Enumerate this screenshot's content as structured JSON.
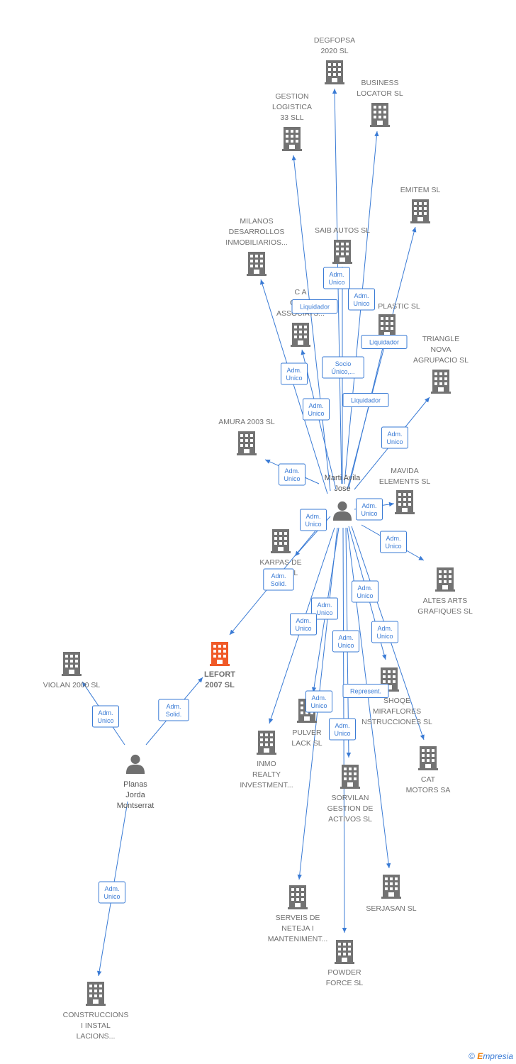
{
  "colors": {
    "edge": "#3a7bd5",
    "building": "#737373",
    "building_focus": "#f05a28",
    "person": "#6f6f6f"
  },
  "footer": {
    "copyright_symbol": "©",
    "brand_first": "E",
    "brand_rest": "mpresia"
  },
  "people": [
    {
      "id": "marti",
      "lines": [
        "Marti Avila",
        "Jose"
      ]
    },
    {
      "id": "planas",
      "lines": [
        "Planas",
        "Jorda",
        "Montserrat"
      ]
    }
  ],
  "companies": [
    {
      "id": "degfopsa",
      "lines": [
        "DEGFOPSA",
        "2020 SL"
      ]
    },
    {
      "id": "business",
      "lines": [
        "BUSINESS",
        "LOCATOR SL"
      ]
    },
    {
      "id": "gestion",
      "lines": [
        "GESTION",
        "LOGISTICA",
        "33 SLL"
      ]
    },
    {
      "id": "emitem",
      "lines": [
        "EMITEM SL"
      ]
    },
    {
      "id": "milanos",
      "lines": [
        "MILANOS",
        "DESARROLLOS",
        "INMOBILIARIOS..."
      ]
    },
    {
      "id": "saib",
      "lines": [
        "SAIB AUTOS SL"
      ]
    },
    {
      "id": "ca",
      "lines": [
        "C A",
        "CONS",
        "ASSOCIATS..."
      ]
    },
    {
      "id": "plastic",
      "lines": [
        "PLASTIC SL"
      ]
    },
    {
      "id": "triangle",
      "lines": [
        "TRIANGLE",
        "NOVA",
        "AGRUPACIO SL"
      ]
    },
    {
      "id": "amura",
      "lines": [
        "AMURA 2003 SL"
      ]
    },
    {
      "id": "mavida",
      "lines": [
        "MAVIDA",
        "ELEMENTS SL"
      ]
    },
    {
      "id": "karpas",
      "lines": [
        "KARPAS DE",
        "LA M      A SL"
      ]
    },
    {
      "id": "altes",
      "lines": [
        "ALTES ARTS",
        "GRAFIQUES SL"
      ]
    },
    {
      "id": "lefort",
      "lines": [
        "LEFORT",
        "2007 SL"
      ],
      "focus": true
    },
    {
      "id": "violan",
      "lines": [
        "VIOLAN 2000 SL"
      ]
    },
    {
      "id": "shoqe",
      "lines": [
        "SHOQE",
        "MIRAFLORES",
        "NSTRUCCIONES SL"
      ]
    },
    {
      "id": "pulver",
      "lines": [
        "PULVER",
        "LACK SL"
      ]
    },
    {
      "id": "inmo",
      "lines": [
        "INMO",
        "REALTY",
        "INVESTMENT..."
      ]
    },
    {
      "id": "cat",
      "lines": [
        "CAT",
        "MOTORS SA"
      ]
    },
    {
      "id": "sorvilan",
      "lines": [
        "SORVILAN",
        "GESTION DE",
        "ACTIVOS  SL"
      ]
    },
    {
      "id": "serjasan",
      "lines": [
        "SERJASAN  SL"
      ]
    },
    {
      "id": "serveis",
      "lines": [
        "SERVEIS DE",
        "NETEJA I",
        "MANTENIMENT..."
      ]
    },
    {
      "id": "powder",
      "lines": [
        "POWDER",
        "FORCE SL"
      ]
    },
    {
      "id": "construccions",
      "lines": [
        "CONSTRUCCIONS",
        "I INSTAL",
        "LACIONS..."
      ]
    }
  ],
  "edges": [
    {
      "id": "e-degfopsa",
      "label": [
        "Socio",
        "Único,..."
      ]
    },
    {
      "id": "e-business",
      "label": [
        "Liquidador"
      ]
    },
    {
      "id": "e-gestion",
      "label": [
        "Adm.",
        "Unico"
      ]
    },
    {
      "id": "e-emitem",
      "label": [
        "Liquidador"
      ]
    },
    {
      "id": "e-milanos",
      "label": [
        "Adm.",
        "Unico"
      ]
    },
    {
      "id": "e-saib",
      "label": [
        "Adm.",
        "Unico"
      ]
    },
    {
      "id": "e-ca",
      "label": [
        "Liquidador"
      ]
    },
    {
      "id": "e-plastic",
      "label": [
        "Adm.",
        "Unico"
      ]
    },
    {
      "id": "e-triangle",
      "label": [
        "Adm.",
        "Unico"
      ]
    },
    {
      "id": "e-amura",
      "label": [
        "Adm.",
        "Unico"
      ]
    },
    {
      "id": "e-mavida",
      "label": [
        "Adm.",
        "Unico"
      ]
    },
    {
      "id": "e-karpas",
      "label": [
        "Adm.",
        "Unico"
      ]
    },
    {
      "id": "e-altes",
      "label": [
        "Adm.",
        "Unico"
      ]
    },
    {
      "id": "e-lefort-marti",
      "label": [
        "Adm.",
        "Solid."
      ]
    },
    {
      "id": "e-shoqe",
      "label": [
        "Adm.",
        "Unico"
      ]
    },
    {
      "id": "e-pulver",
      "label": [
        "Adm.",
        "Unico"
      ]
    },
    {
      "id": "e-inmo",
      "label": [
        "Adm.",
        "Unico"
      ]
    },
    {
      "id": "e-cat",
      "label": [
        "Adm.",
        "Unico"
      ]
    },
    {
      "id": "e-sorvilan",
      "label": [
        "Represent."
      ]
    },
    {
      "id": "e-serjasan",
      "label": [
        "Adm.",
        "Unico"
      ]
    },
    {
      "id": "e-serveis",
      "label": [
        "Adm.",
        "Unico"
      ]
    },
    {
      "id": "e-powder",
      "label": [
        "Adm.",
        "Unico"
      ]
    },
    {
      "id": "e-violan",
      "label": [
        "Adm.",
        "Unico"
      ]
    },
    {
      "id": "e-lefort-planas",
      "label": [
        "Adm.",
        "Solid."
      ]
    },
    {
      "id": "e-construccions",
      "label": [
        "Adm.",
        "Unico"
      ]
    }
  ]
}
